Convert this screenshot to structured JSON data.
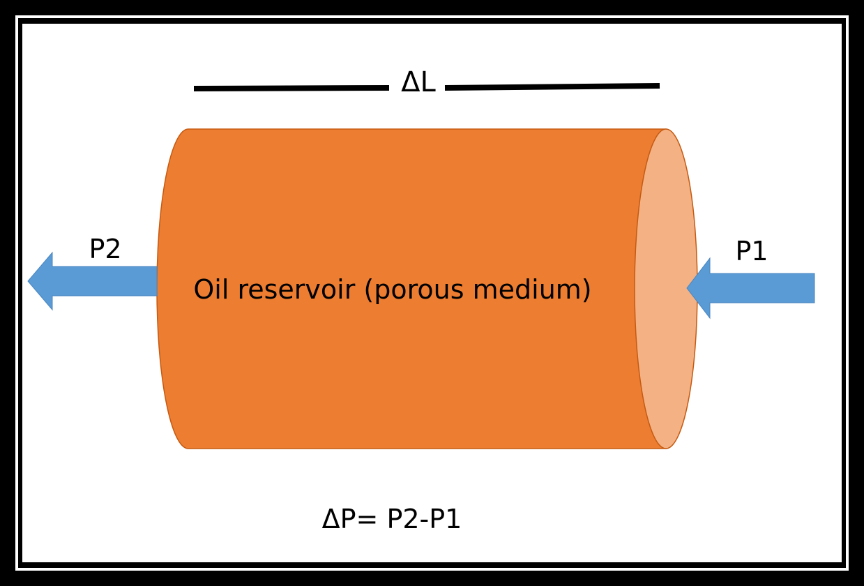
{
  "diagram": {
    "length_label": "ΔL",
    "reservoir_label": "Oil reservoir (porous medium)",
    "outlet_pressure_label": "P2",
    "inlet_pressure_label": "P1",
    "equation": "ΔP= P2-P1"
  },
  "colors": {
    "cylinder_body": "#ED7D31",
    "cylinder_end": "#F4B183",
    "arrow": "#5B9BD5",
    "frame": "#000000",
    "background": "#FFFFFF"
  }
}
